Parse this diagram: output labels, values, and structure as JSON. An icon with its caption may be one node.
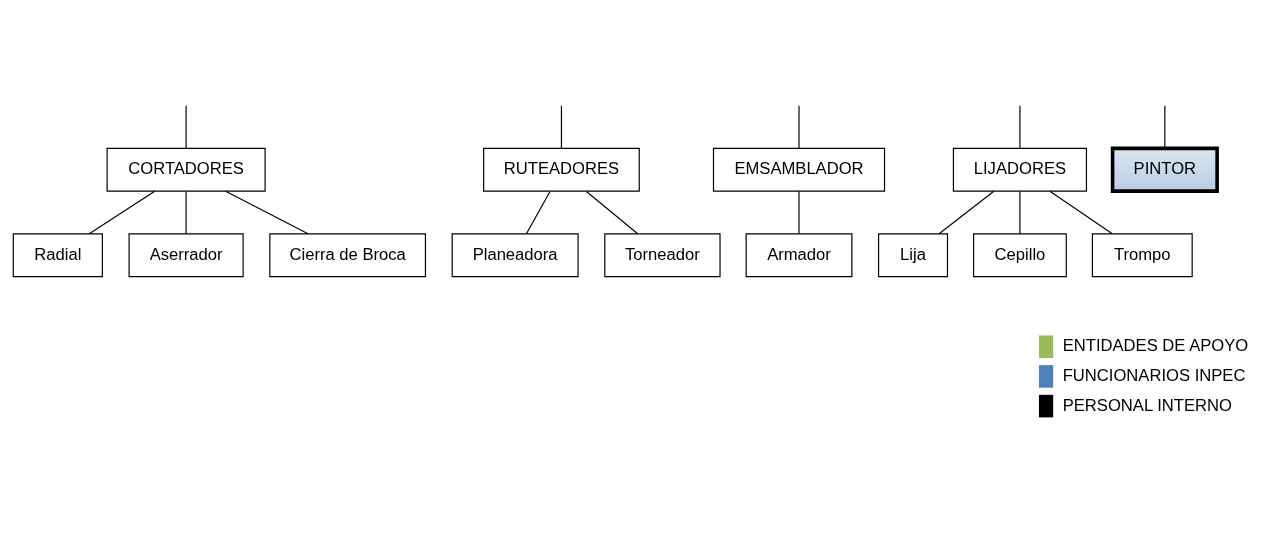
{
  "diagram": {
    "nodes": [
      {
        "text": [
          "CORTADORES"
        ]
      },
      {
        "text": [
          "RUTEADORES"
        ]
      },
      {
        "text": [
          "EMSAMBLADOR"
        ]
      },
      {
        "text": [
          "LIJADORES"
        ]
      },
      {
        "text": [
          "PINTOR"
        ]
      },
      {
        "text": [
          "Radial"
        ]
      },
      {
        "text": [
          "Aserrador"
        ]
      },
      {
        "text": [
          "Cierra de Broca"
        ]
      },
      {
        "text": [
          "Planeadora"
        ]
      },
      {
        "text": [
          "Torneador"
        ]
      },
      {
        "text": [
          "Armador"
        ]
      },
      {
        "text": [
          "Lija"
        ]
      },
      {
        "text": [
          "Cepillo"
        ]
      },
      {
        "text": [
          "Trompo"
        ]
      }
    ],
    "edges": [
      {
        "from": null,
        "to": 0,
        "arrow": "none"
      },
      {
        "from": null,
        "to": 1,
        "arrow": "none"
      },
      {
        "from": null,
        "to": 2,
        "arrow": "none"
      },
      {
        "from": null,
        "to": 3,
        "arrow": "none"
      },
      {
        "from": null,
        "to": 4,
        "arrow": "none"
      },
      {
        "from": 0,
        "to": 5,
        "arrow": "none"
      },
      {
        "from": 0,
        "to": 6,
        "arrow": "none"
      },
      {
        "from": 0,
        "to": 7,
        "arrow": "none"
      },
      {
        "from": 1,
        "to": 8,
        "arrow": "none"
      },
      {
        "from": 1,
        "to": 9,
        "arrow": "none"
      },
      {
        "from": 2,
        "to": 10,
        "arrow": "none"
      },
      {
        "from": 3,
        "to": 11,
        "arrow": "none"
      },
      {
        "from": 3,
        "to": 12,
        "arrow": "none"
      },
      {
        "from": 3,
        "to": 13,
        "arrow": "none"
      }
    ],
    "legend": [
      {
        "text": "ENTIDADES DE APOYO",
        "color": "#9bbb59"
      },
      {
        "text": "FUNCIONARIOS INPEC",
        "color": "#4f81bd"
      },
      {
        "text": "PERSONAL INTERNO",
        "color": "#000000"
      }
    ]
  }
}
